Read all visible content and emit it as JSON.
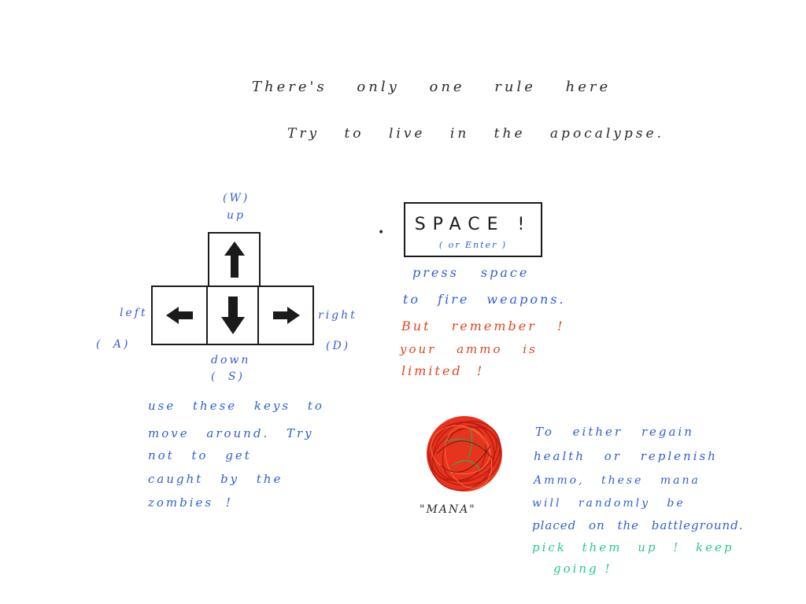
{
  "intro": {
    "line1": "There's  only  one  rule  here",
    "line2": "Try  to  live  in  the  apocalypse."
  },
  "controls": {
    "up": {
      "key_hint": "(W)",
      "label": "up",
      "icon": "arrow-up-icon"
    },
    "down": {
      "key_hint": "( S)",
      "label": "down",
      "icon": "arrow-down-icon"
    },
    "left": {
      "key_hint": "( A)",
      "label": "left",
      "icon": "arrow-left-icon"
    },
    "right": {
      "key_hint": "(D)",
      "label": "right",
      "icon": "arrow-right-icon"
    },
    "description": [
      "use  these  keys  to",
      "move  around.  Try",
      "not  to  get",
      "caught  by  the",
      "zombies !"
    ]
  },
  "fire": {
    "key_label": "SPACE !",
    "key_sub": "( or Enter )",
    "desc_line1": "press  space",
    "desc_line2": "to  fire  weapons.",
    "warning": [
      "But  remember !",
      "your  ammo  is",
      "limited !"
    ]
  },
  "mana": {
    "label": "\"MANA\"",
    "description": [
      "To  either  regain",
      "health  or  replenish",
      "Ammo,  these  mana",
      "will  randomly  be",
      "placed  on  the  battleground."
    ],
    "encourage": [
      "pick  them  up !  keep",
      "going !"
    ],
    "colors": {
      "primary": "#e0301e",
      "secondary": "#2fa84f"
    }
  },
  "colors": {
    "ink": "#1a1a1a",
    "blue": "#2f5fd0",
    "red": "#e0451f",
    "teal": "#25c79a"
  }
}
